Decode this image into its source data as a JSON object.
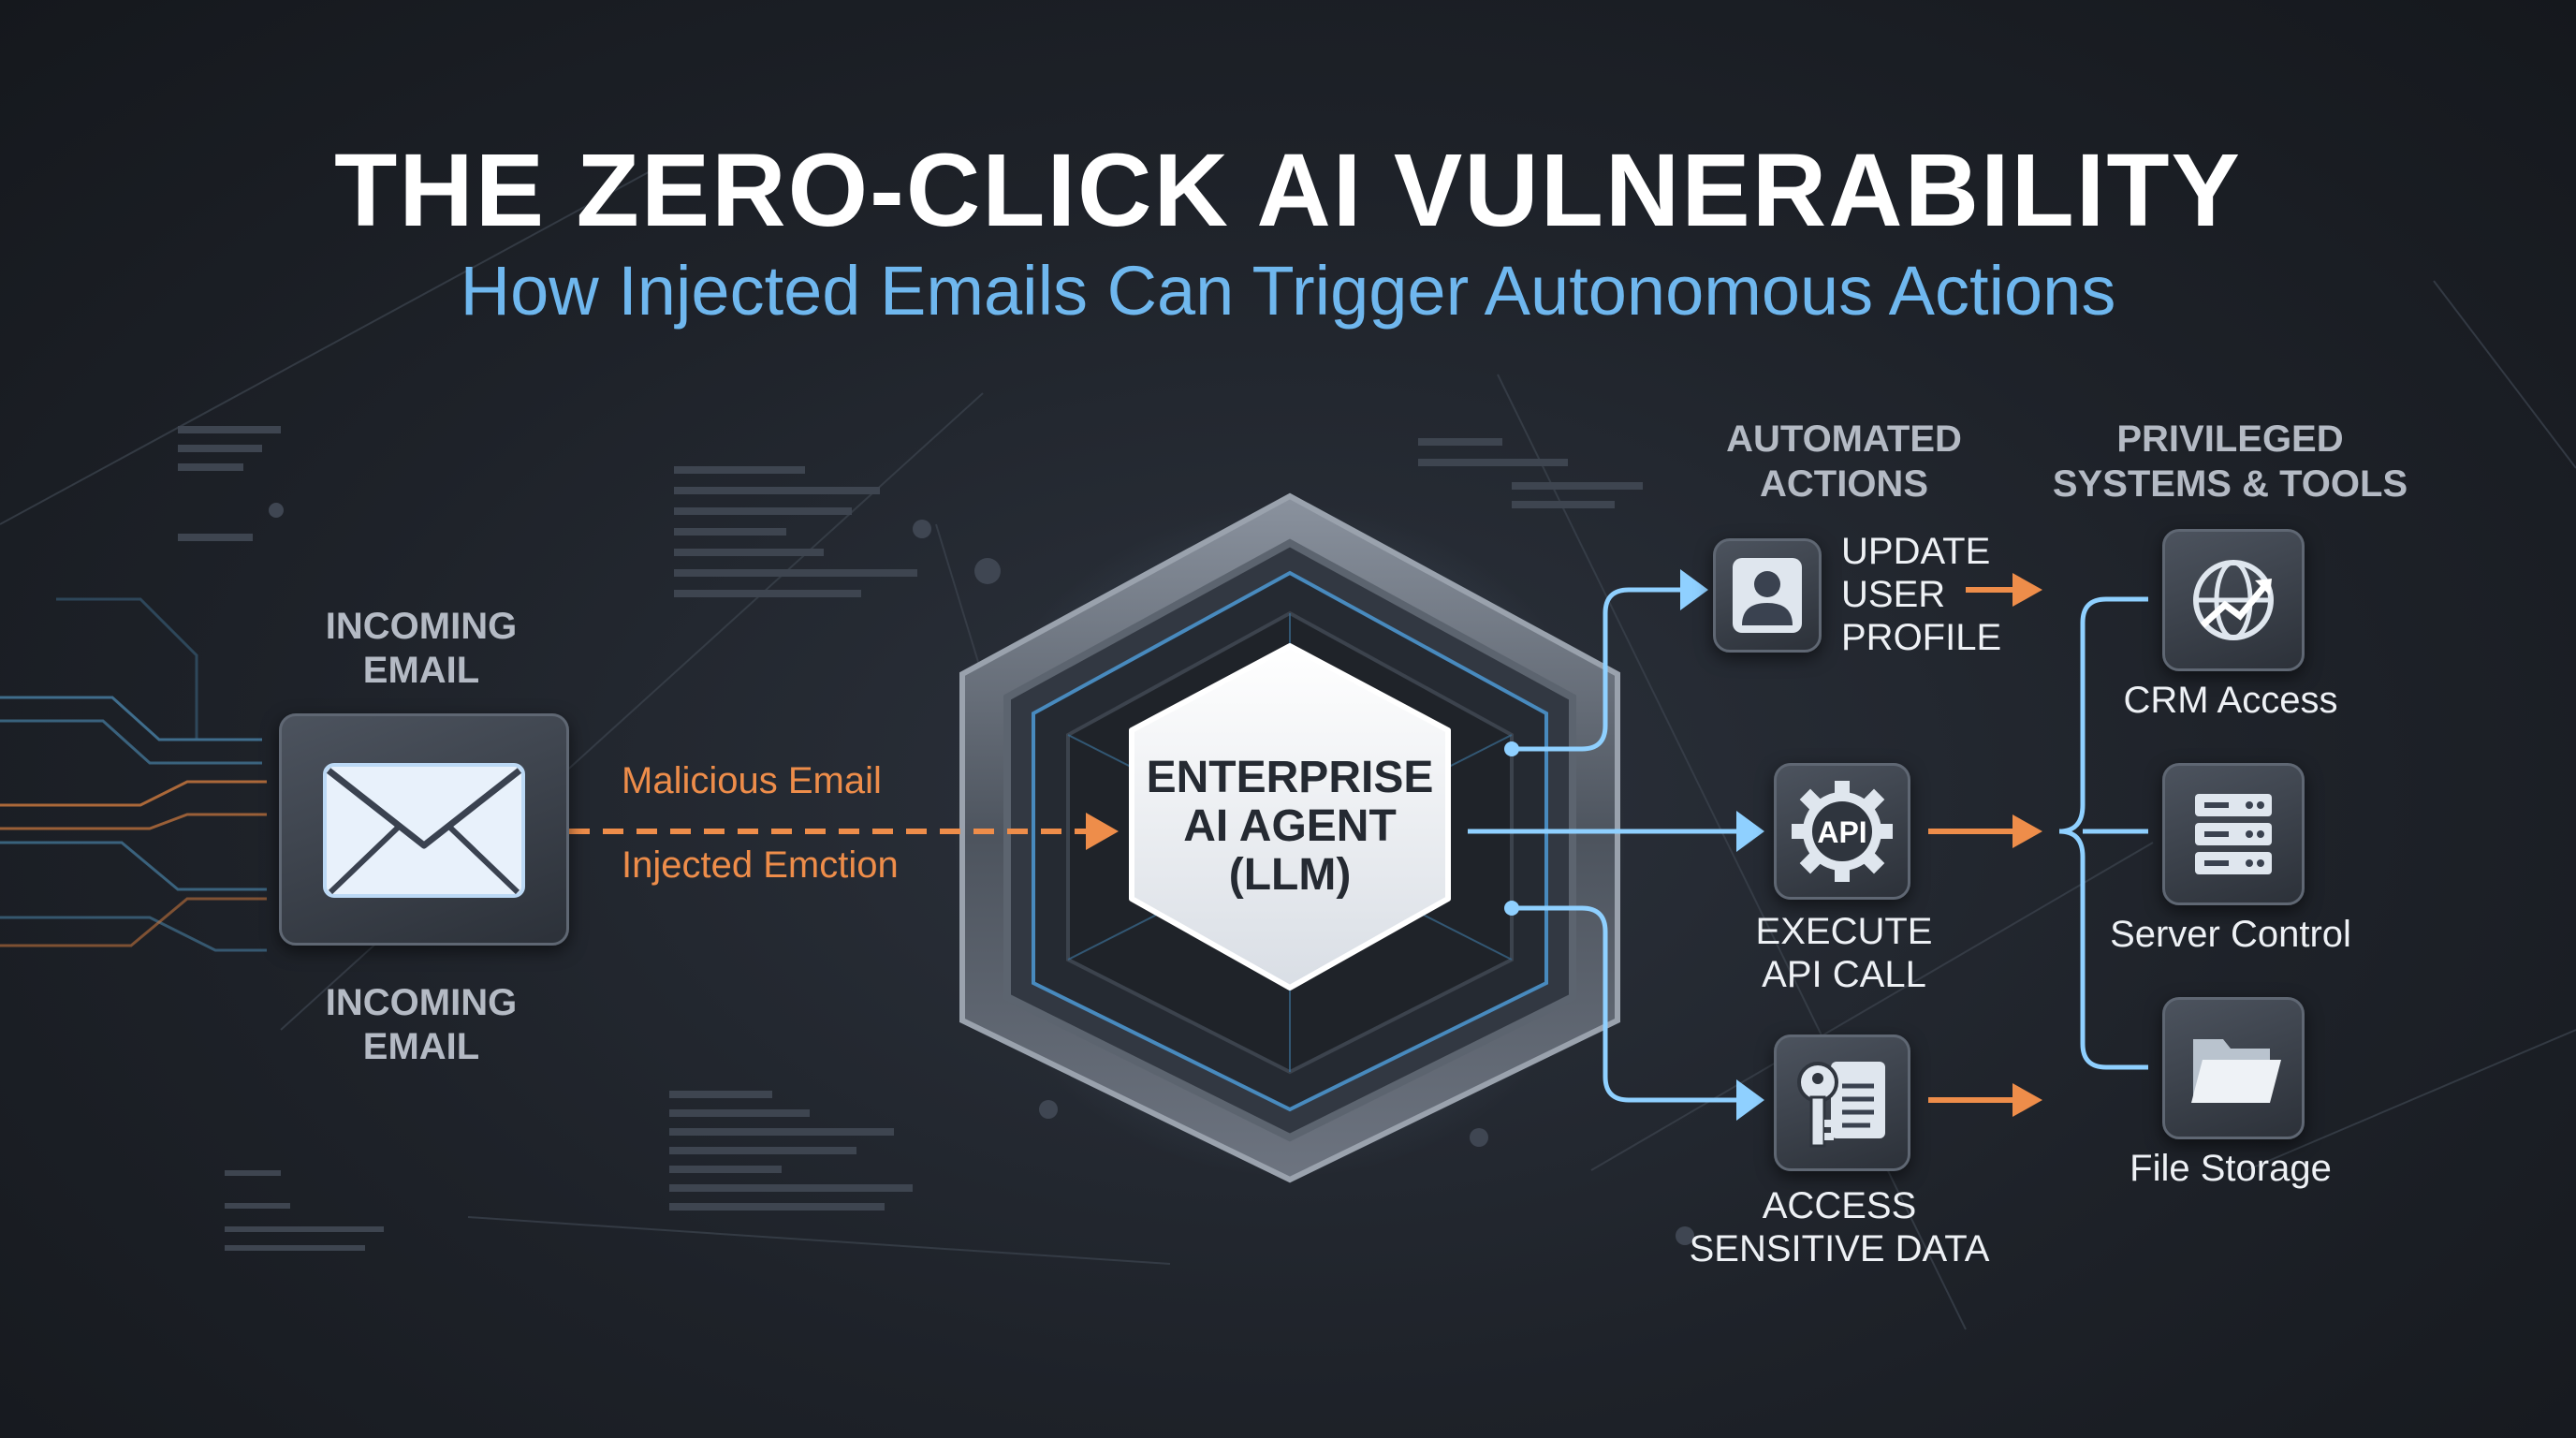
{
  "title": "THE ZERO-CLICK AI VULNERABILITY",
  "subtitle": "How Injected Emails Can Trigger Autonomous Actions",
  "email": {
    "label_top": "INCOMING\nEMAIL",
    "label_bottom": "INCOMING\nEMAIL",
    "icon": "envelope-icon"
  },
  "flow": {
    "malicious_label": "Malicious Email",
    "injected_label": "Injected Emction"
  },
  "agent": {
    "label": "ENTERPRISE\nAI AGENT\n(LLM)"
  },
  "actions": {
    "heading": "AUTOMATED\nACTIONS",
    "items": [
      {
        "label": "UPDATE\nUSER\nPROFILE",
        "icon": "user-icon"
      },
      {
        "label": "EXECUTE\nAPI CALL",
        "icon": "api-gear-icon",
        "icon_text": "API"
      },
      {
        "label": "ACCESS\nSENSITIVE DATA",
        "icon": "key-document-icon"
      }
    ]
  },
  "systems": {
    "heading": "PRIVILEGED\nSYSTEMS & TOOLS",
    "items": [
      {
        "label": "CRM Access",
        "icon": "globe-chart-icon"
      },
      {
        "label": "Server Control",
        "icon": "server-icon"
      },
      {
        "label": "File Storage",
        "icon": "folder-icon"
      }
    ]
  },
  "colors": {
    "accent_blue": "#6fb7ee",
    "accent_orange": "#ee8d4a",
    "background": "#1e2229"
  }
}
